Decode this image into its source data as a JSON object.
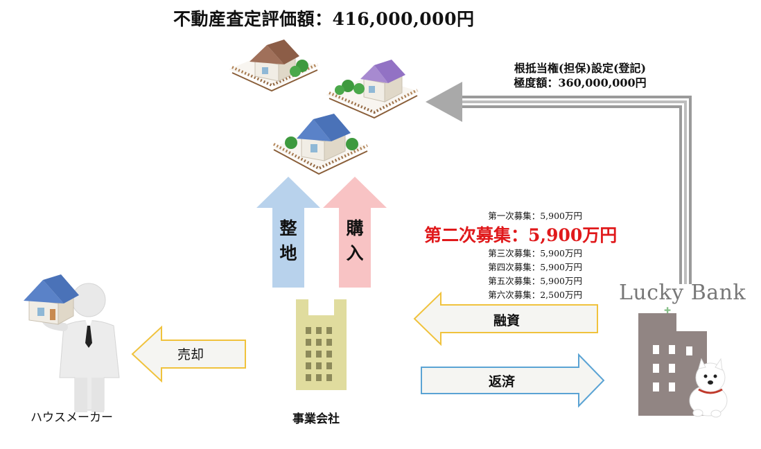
{
  "appraisal": {
    "title": "不動産査定評価額：416,000,000円"
  },
  "mortgage": {
    "line1": "根抵当権(担保)設定(登記)",
    "line2": "極度額：360,000,000円"
  },
  "fundraising_rounds": [
    {
      "label": "第一次募集：5,900万円"
    },
    {
      "label": "第二次募集：5,900万円"
    },
    {
      "label": "第三次募集：5,900万円"
    },
    {
      "label": "第四次募集：5,900万円"
    },
    {
      "label": "第五次募集：5,900万円"
    },
    {
      "label": "第六次募集：2,500万円"
    }
  ],
  "arrows": {
    "development": {
      "label_line1": "整",
      "label_line2": "地"
    },
    "purchase": {
      "label_line1": "購",
      "label_line2": "入"
    },
    "financing": {
      "label": "融資"
    },
    "repayment": {
      "label": "返済"
    },
    "sale": {
      "label": "売却"
    }
  },
  "entities": {
    "house_maker": {
      "label": "ハウスメーカー"
    },
    "operating_company": {
      "label": "事業会社"
    },
    "lucky_bank": {
      "logo": "Lucky Bank"
    }
  },
  "icons": [
    "house-icon",
    "businessman-icon",
    "office-building-icon",
    "bank-building-icon",
    "dog-icon"
  ],
  "colors": {
    "highlight_red": "#e0191b",
    "arrow_blue_fill": "#b8d2ec",
    "arrow_pink_fill": "#f8c3c4",
    "arrow_yellow_stroke": "#f0c23c",
    "arrow_blue_stroke": "#5aa3d4",
    "arrow_gray": "#a9a9a9",
    "building_yellow": "#e0dc9e",
    "bank_gray": "#918583"
  }
}
